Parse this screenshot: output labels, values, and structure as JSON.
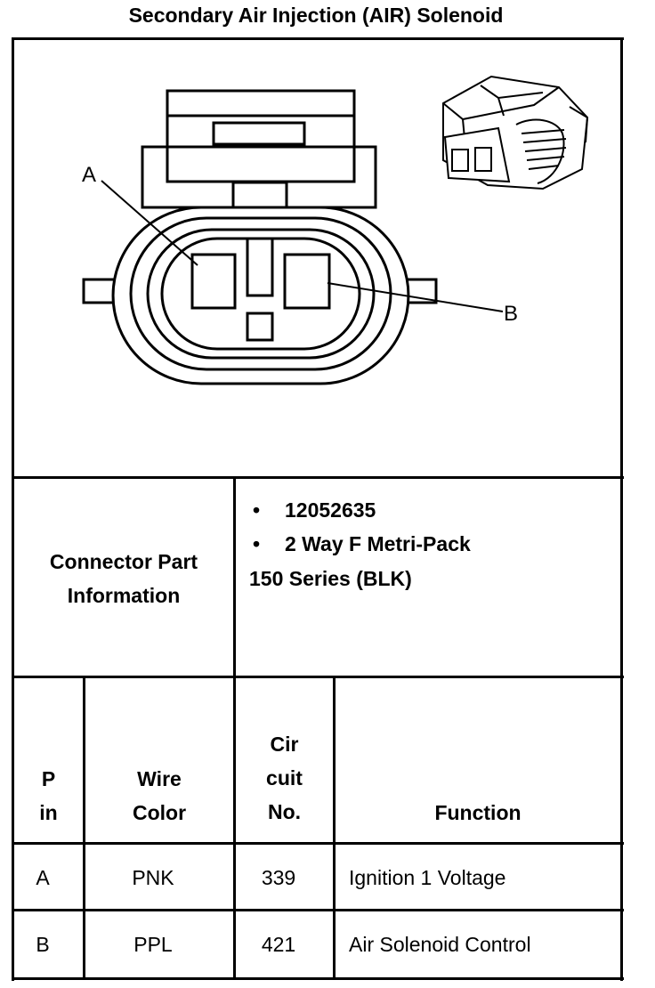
{
  "title": "Secondary Air Injection (AIR) Solenoid",
  "diagram": {
    "label_a": "A",
    "label_b": "B"
  },
  "connector_info": {
    "heading_line1": "Connector Part",
    "heading_line2": "Information",
    "part_number": "12052635",
    "description_line1": "2 Way F Metri-Pack",
    "description_line2": "150 Series (BLK)",
    "bullet": "•"
  },
  "pin_table": {
    "headers": {
      "pin_line1": "P",
      "pin_line2": "in",
      "wire_line1": "Wire",
      "wire_line2": "Color",
      "circuit_line1": "Cir",
      "circuit_line2": "cuit",
      "circuit_line3": "No.",
      "function": "Function"
    },
    "rows": [
      {
        "pin": "A",
        "wire_color": "PNK",
        "circuit": "339",
        "function": "Ignition 1 Voltage"
      },
      {
        "pin": "B",
        "wire_color": "PPL",
        "circuit": "421",
        "function": "Air Solenoid Control"
      }
    ]
  }
}
